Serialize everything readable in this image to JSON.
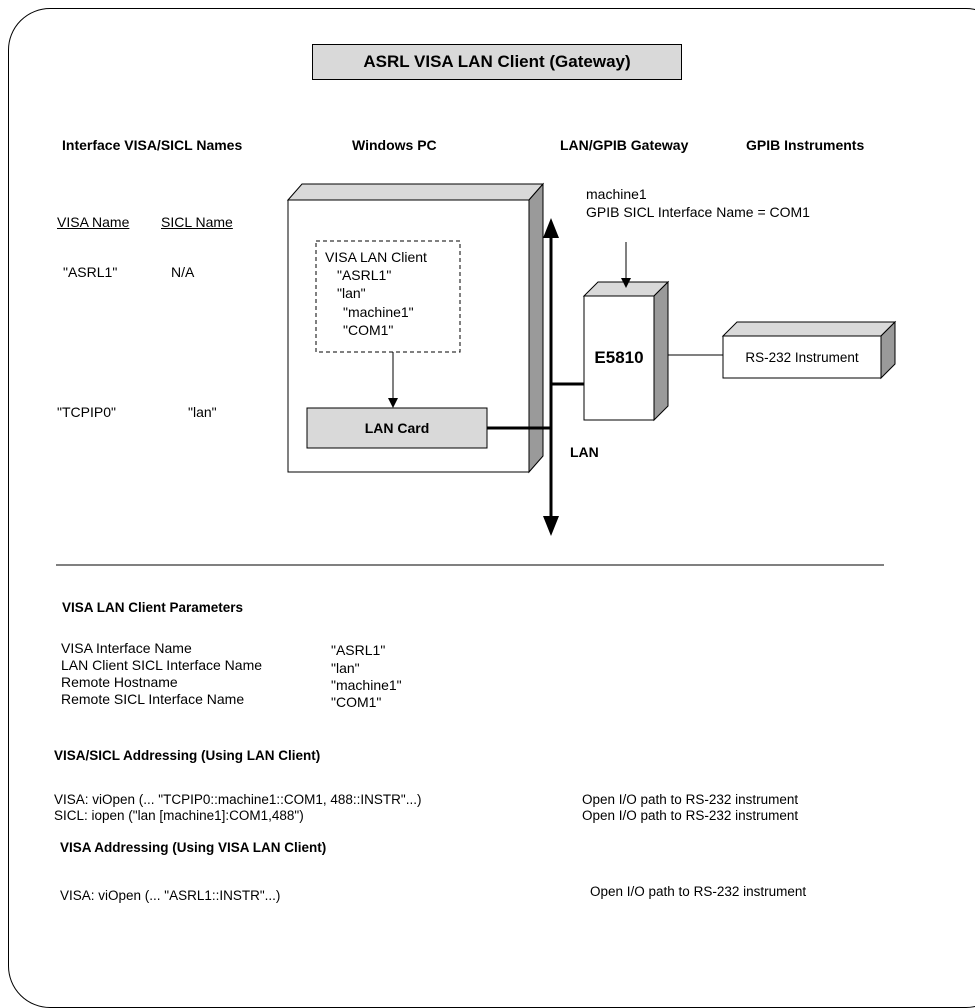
{
  "title": "ASRL VISA LAN Client (Gateway)",
  "headers": {
    "interface_names": "Interface VISA/SICL Names",
    "windows_pc": "Windows PC",
    "gateway": "LAN/GPIB Gateway",
    "gpib_instruments": "GPIB Instruments"
  },
  "names_table": {
    "visa_header": "VISA Name",
    "sicl_header": "SICL Name",
    "rows": [
      {
        "visa": "\"ASRL1\"",
        "sicl": "N/A"
      },
      {
        "visa": "\"TCPIP0\"",
        "sicl": "\"lan\""
      }
    ]
  },
  "pc": {
    "client_lines": [
      "VISA LAN Client",
      "\"ASRL1\"",
      "\"lan\"",
      "\"machine1\"",
      "\"COM1\""
    ],
    "lan_card": "LAN Card"
  },
  "gateway": {
    "hostname": "machine1",
    "interface_note": "GPIB SICL Interface Name = COM1",
    "device": "E5810",
    "lan_label": "LAN"
  },
  "instrument": {
    "label": "RS-232 Instrument"
  },
  "parameters": {
    "heading": "VISA LAN Client Parameters",
    "rows": [
      {
        "name": "VISA Interface Name",
        "value": "\"ASRL1\""
      },
      {
        "name": "LAN Client SICL Interface Name",
        "value": "\"lan\""
      },
      {
        "name": "Remote Hostname",
        "value": "\"machine1\""
      },
      {
        "name": "Remote SICL Interface Name",
        "value": "\"COM1\""
      }
    ]
  },
  "addressing_lan": {
    "heading": "VISA/SICL Addressing (Using LAN Client)",
    "rows": [
      {
        "code": "VISA:  viOpen (... \"TCPIP0::machine1::COM1, 488::INSTR\"...)",
        "desc": "Open I/O path to RS-232 instrument"
      },
      {
        "code": "SICL:  iopen (\"lan [machine1]:COM1,488\")",
        "desc": "Open I/O path to RS-232 instrument"
      }
    ]
  },
  "addressing_visa": {
    "heading": "VISA Addressing (Using VISA LAN Client)",
    "rows": [
      {
        "code": "VISA:  viOpen (... \"ASRL1::INSTR\"...)",
        "desc": "Open I/O path to RS-232 instrument"
      }
    ]
  }
}
